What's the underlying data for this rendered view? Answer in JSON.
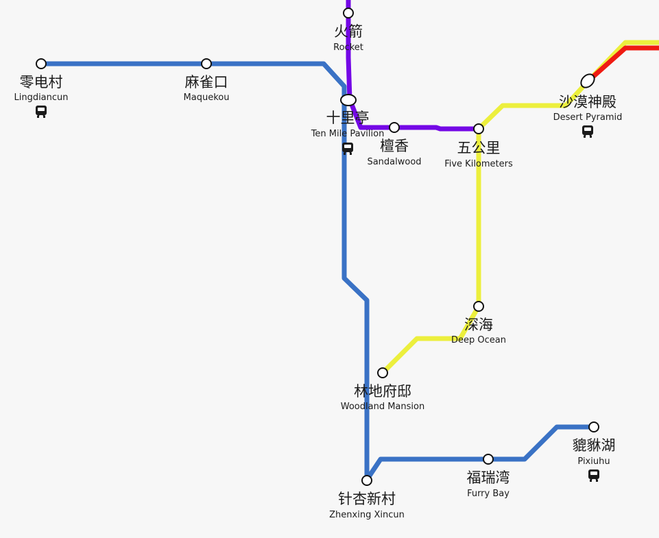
{
  "colors": {
    "background": "#f7f7f7",
    "blue_line": "#3a72c5",
    "purple_line": "#7408e6",
    "yellow_line": "#ecef3d",
    "red_line": "#ef1b12",
    "station_fill": "#ffffff",
    "station_stroke": "#111111",
    "text": "#1b1b1b"
  },
  "stations": {
    "rocket": {
      "cn": "火箭",
      "en": "Rocket"
    },
    "lingdiancun": {
      "cn": "零电村",
      "en": "Lingdiancun"
    },
    "maquekou": {
      "cn": "麻雀口",
      "en": "Maquekou"
    },
    "ten_mile_pavilion": {
      "cn": "十里亭",
      "en": "Ten Mile Pavilion"
    },
    "sandalwood": {
      "cn": "檀香",
      "en": "Sandalwood"
    },
    "five_kilometers": {
      "cn": "五公里",
      "en": "Five Kilometers"
    },
    "desert_pyramid": {
      "cn": "沙漠神殿",
      "en": "Desert Pyramid"
    },
    "deep_ocean": {
      "cn": "深海",
      "en": "Deep Ocean"
    },
    "woodland_mansion": {
      "cn": "林地府邸",
      "en": "Woodland Mansion"
    },
    "zhenxing_xincun": {
      "cn": "针杏新村",
      "en": "Zhenxing Xincun"
    },
    "furry_bay": {
      "cn": "福瑞湾",
      "en": "Furry Bay"
    },
    "pixiuhu": {
      "cn": "貔貅湖",
      "en": "Pixiuhu"
    }
  },
  "icons": {
    "railway_station_icon": "train-icon"
  }
}
